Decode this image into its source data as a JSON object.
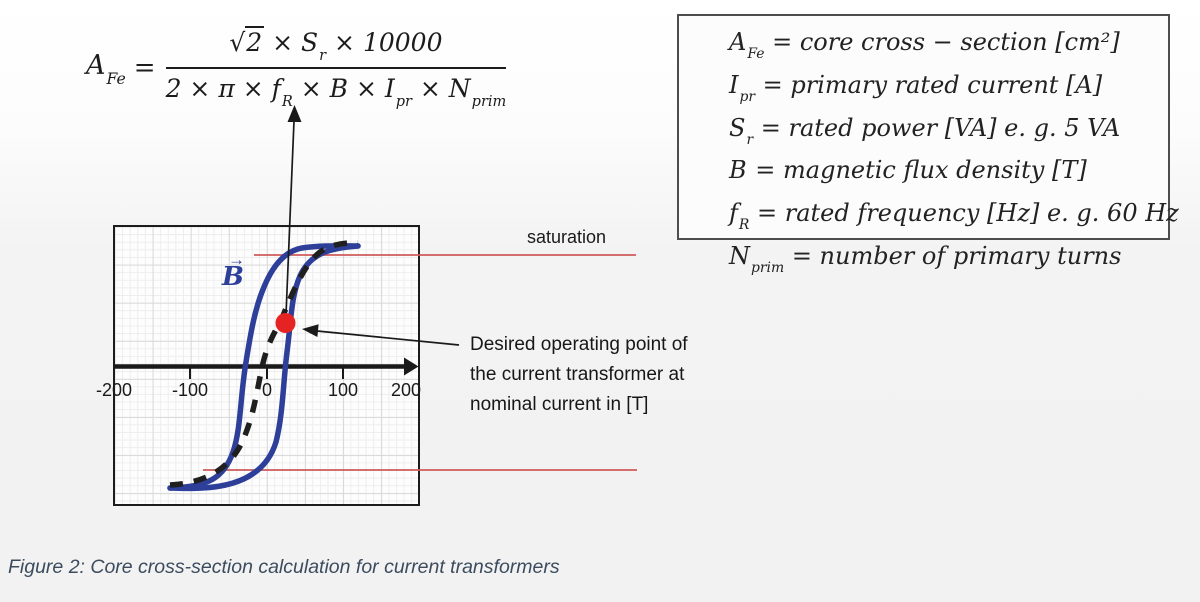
{
  "colors": {
    "loop_blue": "#2e3f99",
    "dot_red": "#e52322",
    "saturation_red": "#cf5b5b",
    "axis_black": "#1a1a1a",
    "dashed_black": "#1f1f1f",
    "connector_black": "#1a1a1a"
  },
  "formula": {
    "lhs_base": "A",
    "lhs_sub": "Fe",
    "equals": "=",
    "num_sqrt": "√",
    "num_sqrt_arg": "2",
    "num_mid": " × S",
    "num_sub1": "r",
    "num_end": " × 10000",
    "den_1": "2 × π × f",
    "den_sub1": "R",
    "den_2": " × B × I",
    "den_sub2": "pr",
    "den_3": " × N",
    "den_sub3": "prim"
  },
  "legend": {
    "lines": [
      {
        "base": "A",
        "sub": "Fe",
        "rest": " = core cross − section [cm²]"
      },
      {
        "base": "I",
        "sub": "pr",
        "rest": " = primary rated current [A]"
      },
      {
        "base": "S",
        "sub": "r",
        "rest": " = rated power [VA] e. g. 5 VA"
      },
      {
        "base": "B",
        "sub": "",
        "rest": " = magnetic flux density [T]"
      },
      {
        "base": "f",
        "sub": "R",
        "rest": " = rated frequency [Hz] e. g. 60 Hz"
      },
      {
        "base": "N",
        "sub": "prim",
        "rest": " = number of primary turns"
      }
    ]
  },
  "chart_data": {
    "type": "line",
    "description": "Qualitative B-H hysteresis loop of a current transformer core with initial magnetization curve (dashed) and saturation levels (red lines)",
    "x_tick_labels": [
      "-200",
      "-100",
      "0",
      "100",
      "200"
    ],
    "x_range": [
      -200,
      200
    ],
    "b_vector_label": "B",
    "b_vector_arrow": "→",
    "grid": "on"
  },
  "annotations": {
    "saturation": "saturation",
    "operating_point_lines": [
      "Desired operating point of",
      "the current transformer at",
      "nominal current in [T]"
    ]
  },
  "caption": "Figure 2: Core cross-section calculation for current transformers"
}
